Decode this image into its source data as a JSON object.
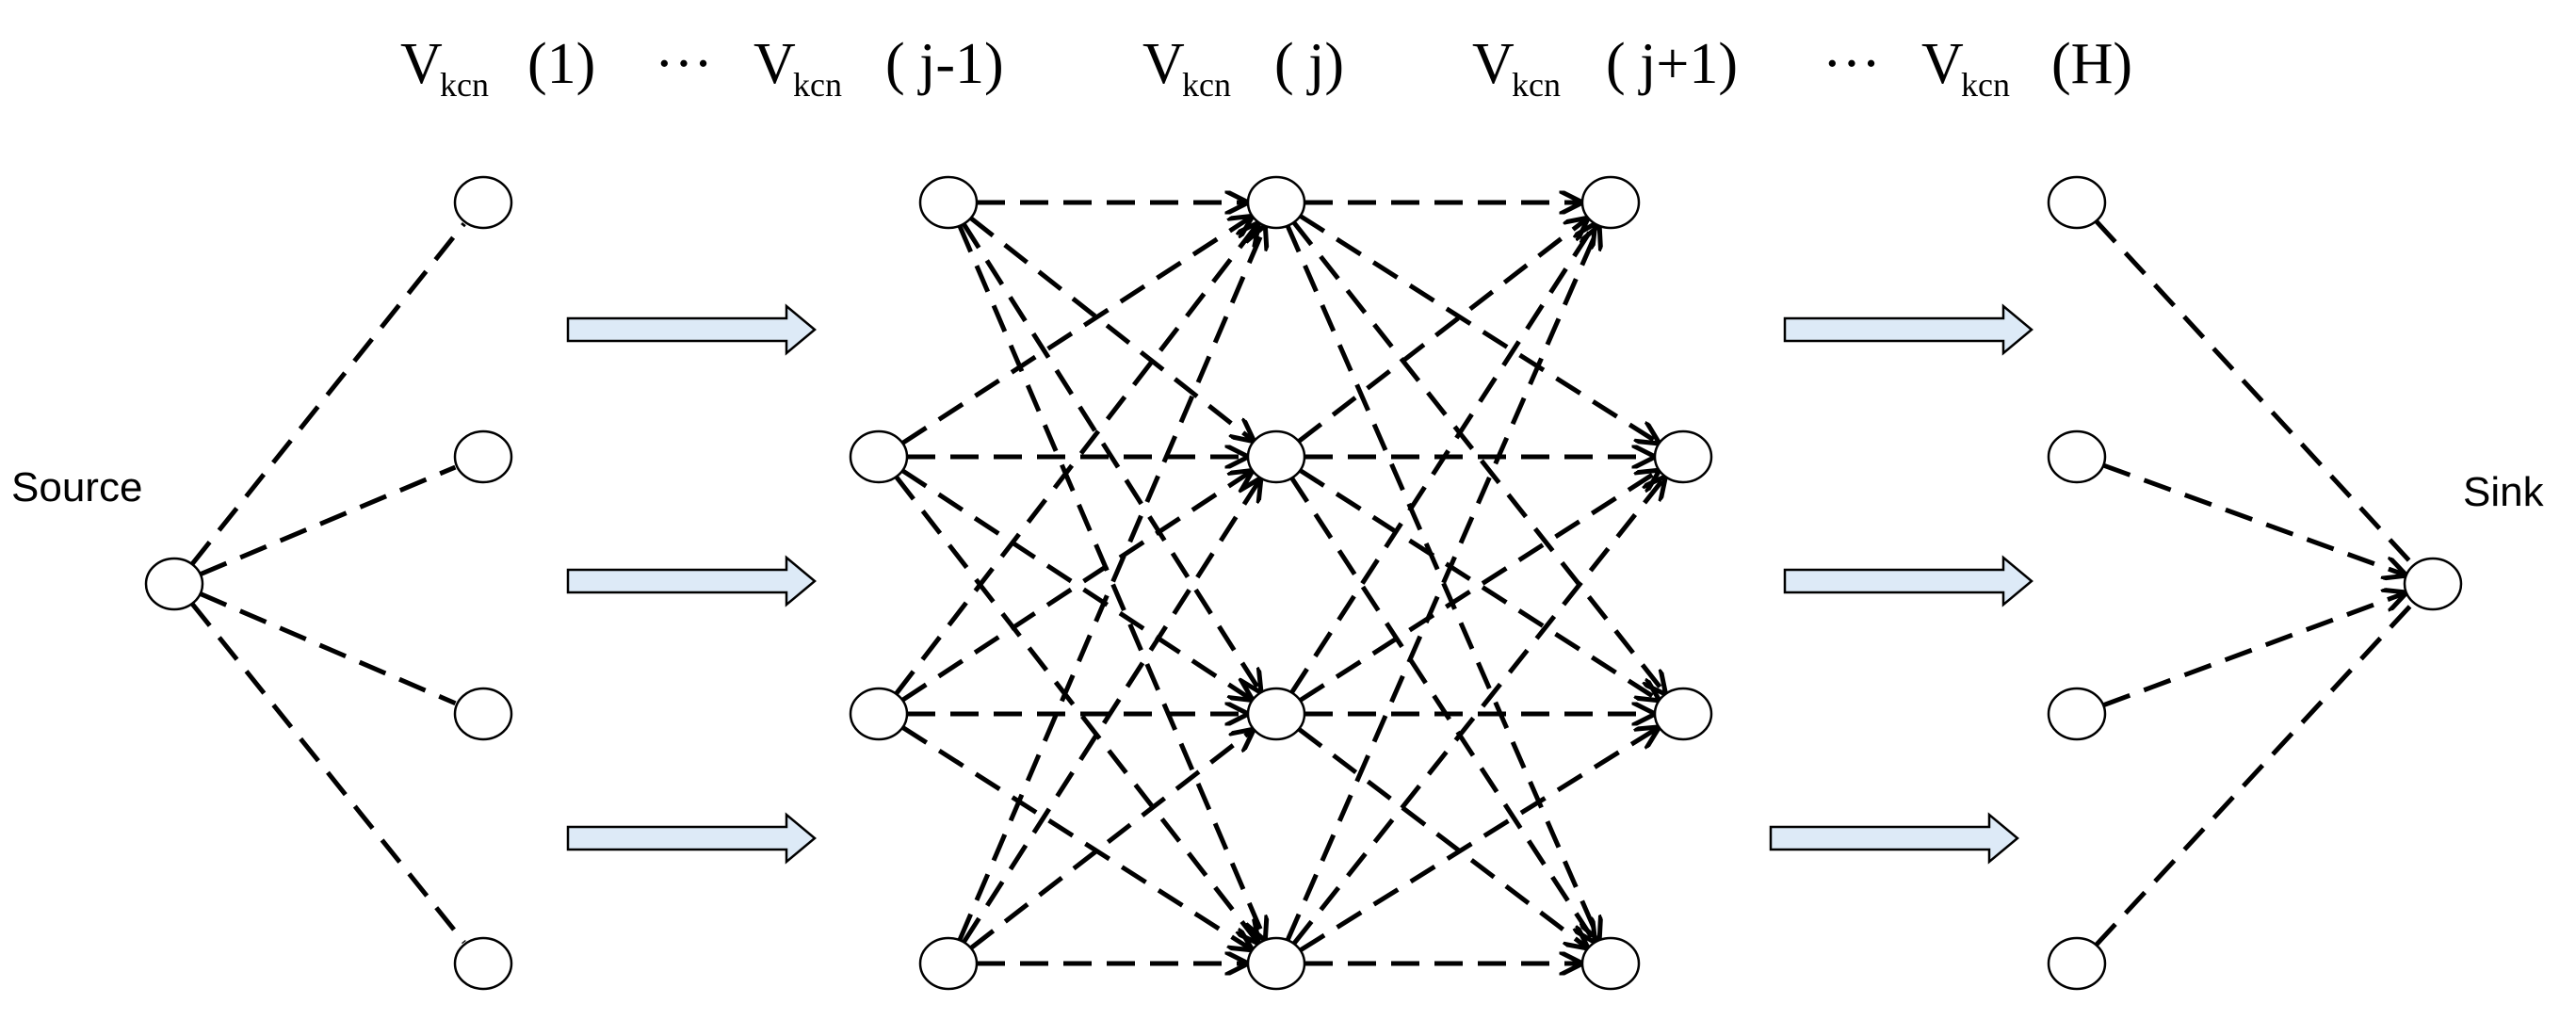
{
  "labels": {
    "source": "Source",
    "sink": "Sink",
    "header": {
      "v": "V",
      "sub": "kcn",
      "dots": "···",
      "args": [
        "(1)",
        "( j-1)",
        "( j)",
        "( j+1)",
        "(H)"
      ]
    }
  },
  "colors": {
    "stroke": "#000000",
    "arrow_fill": "#ddeaf7"
  }
}
